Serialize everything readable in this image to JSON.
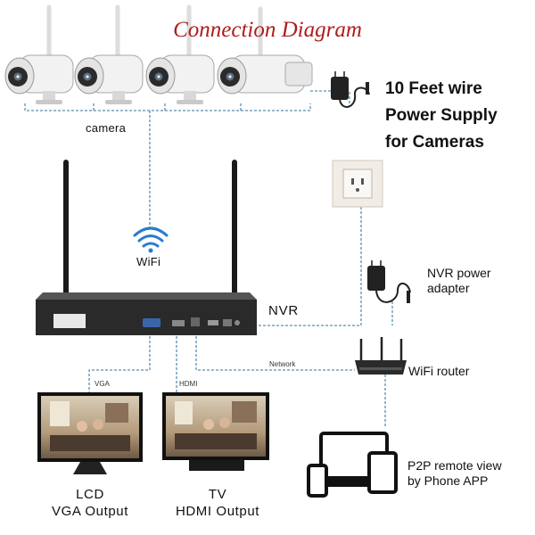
{
  "title": "Connection Diagram",
  "labels": {
    "camera": "camera",
    "wifi": "WiFi",
    "power_supply": [
      "10 Feet wire",
      "Power Supply",
      "for Cameras"
    ],
    "nvr": "NVR",
    "nvr_power": [
      "NVR power",
      "adapter"
    ],
    "network": "Network",
    "wifi_router": "WiFi router",
    "vga": "VGA",
    "hdmi": "HDMI",
    "lcd_output": [
      "LCD",
      "VGA Output"
    ],
    "tv_output": [
      "TV",
      "HDMI Output"
    ],
    "p2p": [
      "P2P remote view",
      "by Phone APP"
    ]
  },
  "colors": {
    "title": "#b01c1c",
    "cable": "#5a8fb0",
    "device_dark": "#2a2a2a",
    "camera_body": "#f2f2f2"
  },
  "icons": [
    "camera-icon",
    "wifi-icon",
    "power-adapter-icon",
    "wall-outlet-icon",
    "nvr-icon",
    "router-icon",
    "monitor-icon",
    "tv-icon",
    "laptop-icon",
    "tablet-icon",
    "phone-icon"
  ]
}
